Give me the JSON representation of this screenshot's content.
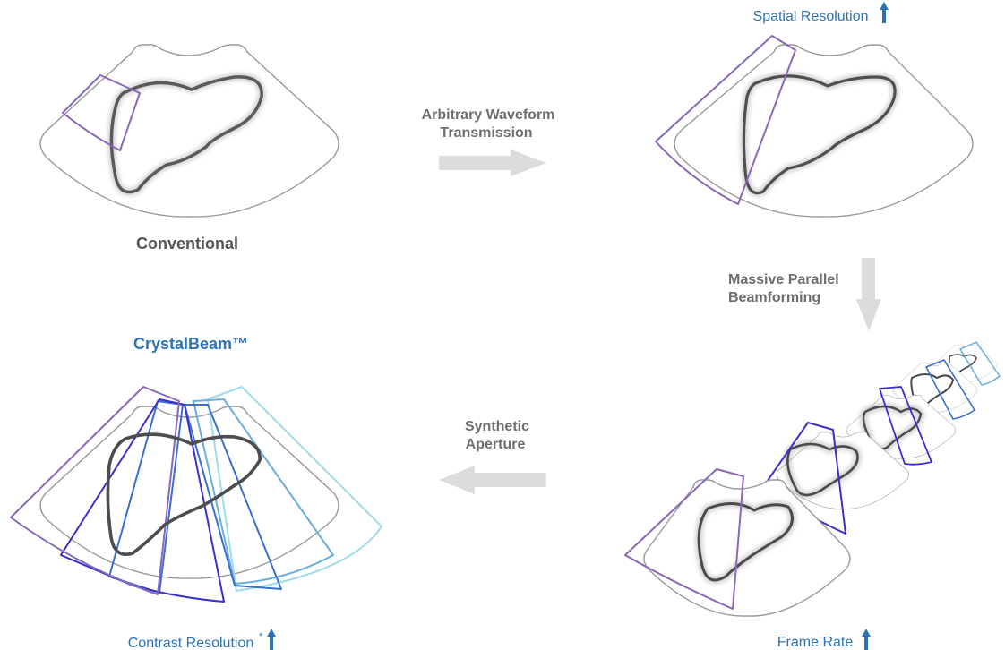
{
  "labels": {
    "conventional": "Conventional",
    "crystalbeam": "CrystalBeam™",
    "step1_line1": "Arbitrary Waveform",
    "step1_line2": "Transmission",
    "step2_line1": "Massive Parallel",
    "step2_line2": "Beamforming",
    "step3_line1": "Synthetic",
    "step3_line2": "Aperture",
    "spatial_resolution": "Spatial Resolution",
    "frame_rate": "Frame Rate",
    "contrast_resolution": "Contrast Resolution",
    "contrast_asterisk": "*"
  },
  "colors": {
    "arrow_gray": "#dcdcdc",
    "accent_blue": "#2e74b5",
    "beam_purple": "#8a68b8",
    "beam_indigo": "#3a2fc8",
    "beam_blue": "#3a6fd0",
    "beam_sky": "#6aaedc",
    "beam_cyan": "#9ddcea"
  },
  "icons": [
    "arrow-right-icon",
    "arrow-down-icon",
    "arrow-left-icon",
    "increase-arrow-icon"
  ]
}
